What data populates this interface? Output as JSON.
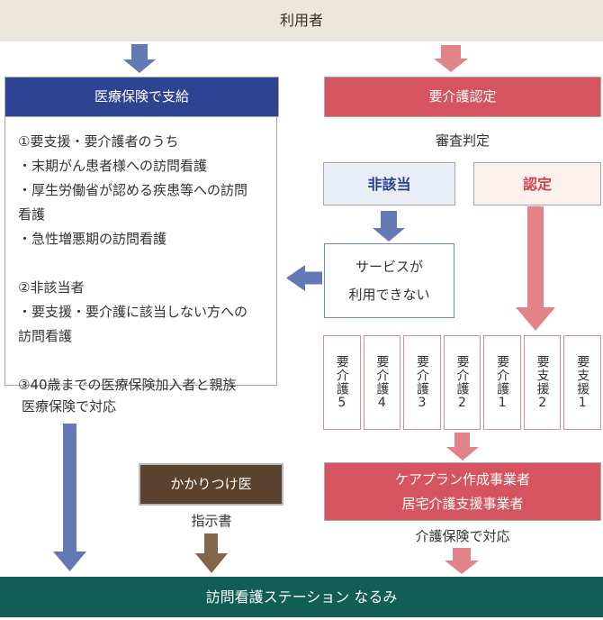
{
  "colors": {
    "beige": "#ECE7DB",
    "blue": "#2E4492",
    "blue_arrow": "#6379B4",
    "red": "#D6545F",
    "red_arrow": "#E28289",
    "hantou_bg": "#E9EDF6",
    "hantou_text": "#283E94",
    "nintei_bg": "#FCF0EC",
    "nintei_text": "#D2434F",
    "service_border": "#7388BD",
    "care_border": "#DD8A8E",
    "brown": "#5A432E",
    "brown_arrow": "#83664A",
    "teal": "#115E56",
    "border_gray": "#A9A9A9",
    "text": "#333333"
  },
  "top_bar": {
    "label": "利用者"
  },
  "medical": {
    "header": "医療保険で支給",
    "lines": [
      "①要支援・要介護者のうち",
      "・末期がん患者様への訪問看護",
      "・厚生労働省が認める疾患等への訪問",
      "看護",
      "・急性増悪期の訪問看護",
      "",
      "②非該当者",
      "・要支援・要介護に該当しない方への",
      "訪問看護",
      "",
      "③40歳までの医療保険加入者と親族"
    ],
    "response_label": "医療保険で対応"
  },
  "care": {
    "header": "要介護認定",
    "judgment_label": "審査判定",
    "not_eligible": "非該当",
    "certified": "認定",
    "service_unavailable_line1": "サービスが",
    "service_unavailable_line2": "利用できない",
    "levels": [
      "要介護5",
      "要介護4",
      "要介護3",
      "要介護2",
      "要介護1",
      "要支援2",
      "要支援1"
    ],
    "care_plan_line1": "ケアプラン作成事業者",
    "care_plan_line2": "居宅介護支援事業者",
    "response_label": "介護保険で対応"
  },
  "doctor": {
    "box_label": "かかりつけ医",
    "document_label": "指示書"
  },
  "station": {
    "label": "訪問看護ステーション なるみ"
  }
}
